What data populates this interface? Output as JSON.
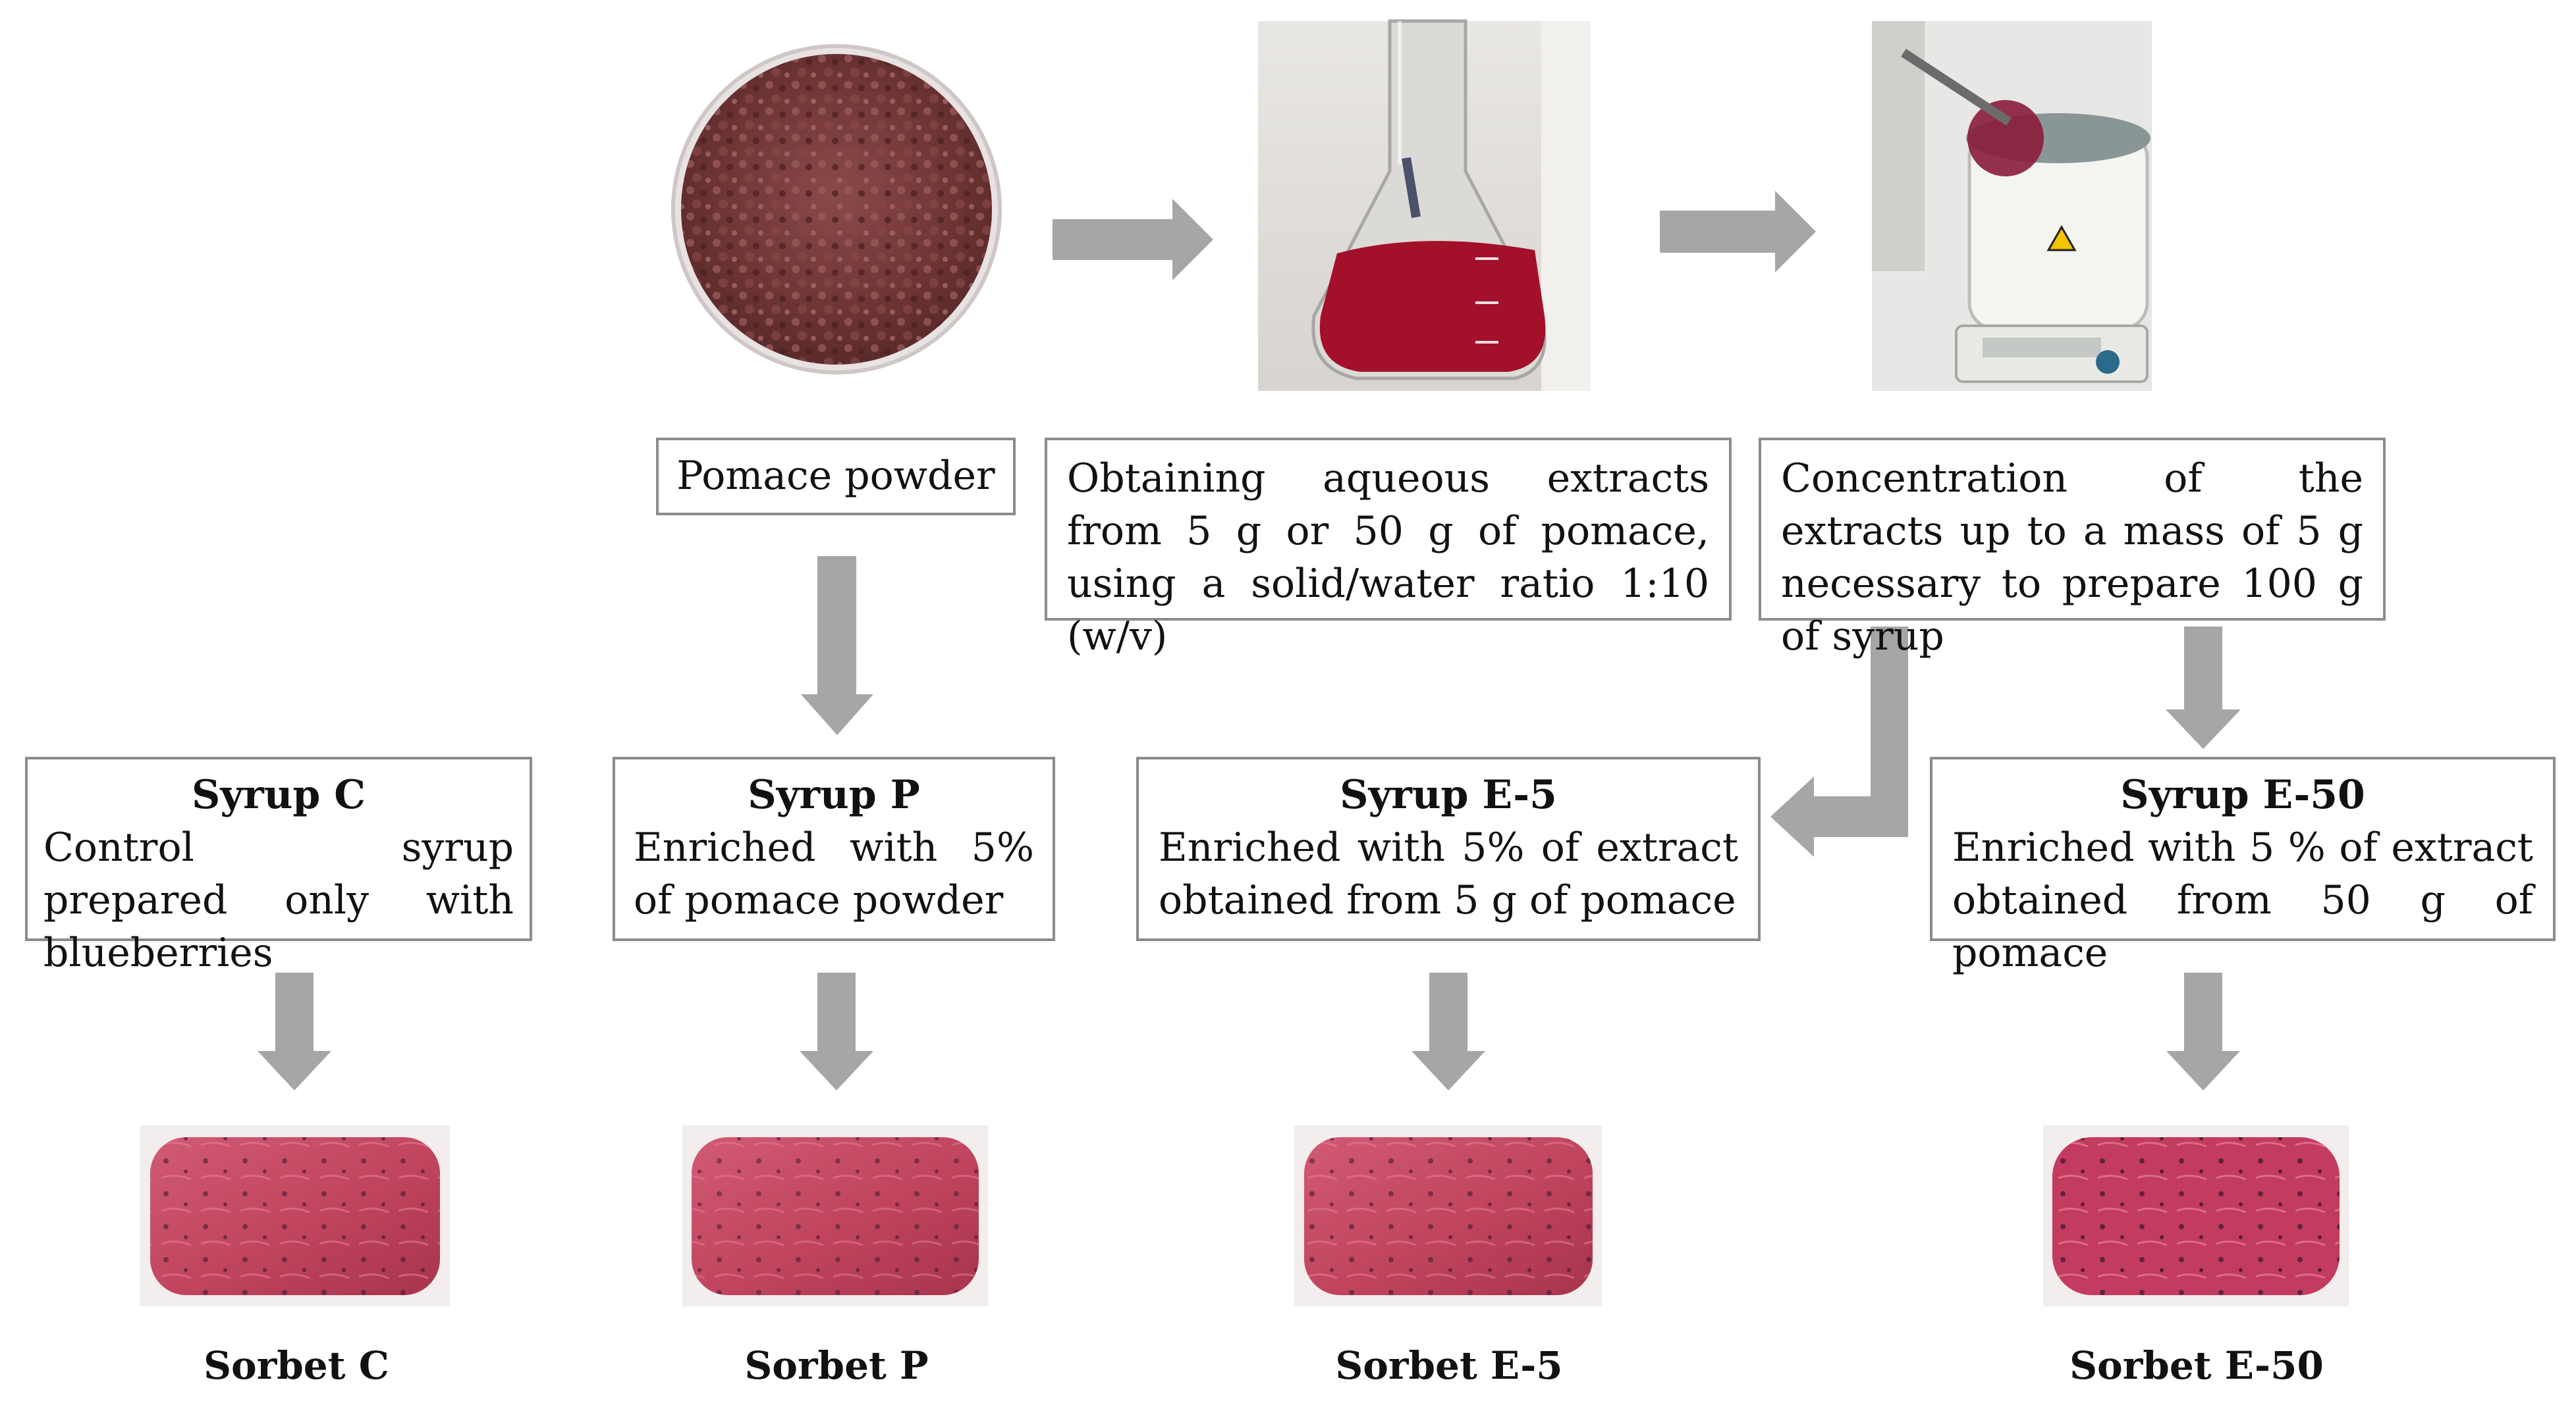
{
  "colors": {
    "arrow": "#a6a6a6",
    "box_border": "#8c8c8c",
    "sorbet": "#c0445e",
    "extract": "#a3102a",
    "pomace": "#7a3a3a"
  },
  "process": {
    "pomace_powder": "Pomace powder",
    "extraction": "Obtaining aqueous extracts from 5 g or 50 g of pomace, using a solid/water ratio 1:10 (w/v)",
    "concentration": "Concentration of the extracts up to a mass of 5 g necessary to prepare 100 g of syrup"
  },
  "syrups": [
    {
      "title": "Syrup C",
      "description": "Control syrup prepared only with blueberries"
    },
    {
      "title": "Syrup P",
      "description": "Enriched with 5% of pomace powder"
    },
    {
      "title": "Syrup E-5",
      "description": "Enriched with 5% of extract obtained from 5 g of pomace"
    },
    {
      "title": "Syrup E-50",
      "description": "Enriched with 5 % of extract obtained from 50 g of pomace"
    }
  ],
  "sorbets": [
    {
      "label": "Sorbet C"
    },
    {
      "label": "Sorbet P"
    },
    {
      "label": "Sorbet E-5"
    },
    {
      "label": "Sorbet E-50"
    }
  ],
  "icons": {
    "pomace": "pomace-dish-photo",
    "flask": "extract-flask-photo",
    "evaporator": "rotary-evaporator-photo",
    "sorbet": "sorbet-photo"
  }
}
